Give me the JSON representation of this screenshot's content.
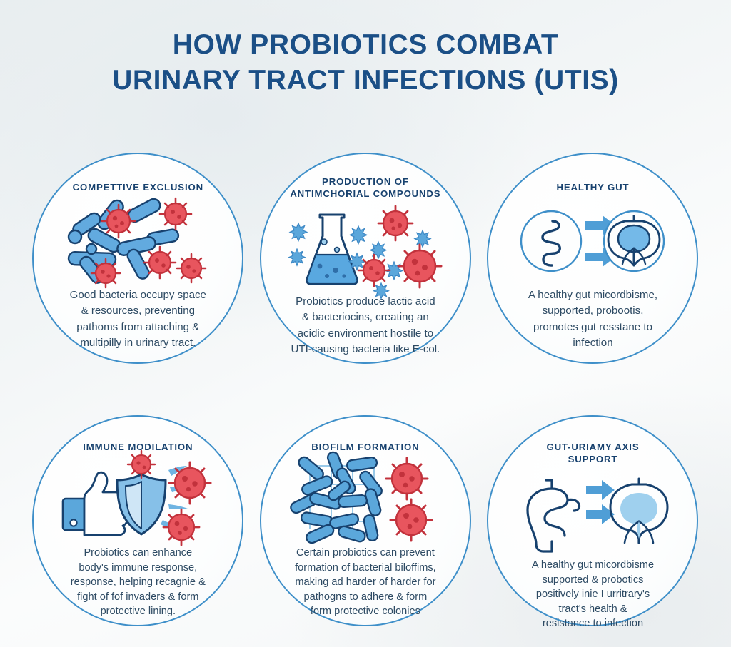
{
  "title": {
    "line1": "HOW PROBIOTICS COMBAT",
    "line2": "URINARY TRACT INFECTIONS (UTIS)"
  },
  "colors": {
    "title_blue": "#1b4f86",
    "circle_outline": "#3e8fc9",
    "heading_blue": "#17416e",
    "body_text": "#2d4a63",
    "bacteria_blue": "#5ba7db",
    "virus_red": "#e8555e",
    "background": "#f1f5f6"
  },
  "cards": [
    {
      "id": "competitive-exclusion",
      "heading": "COMPETTIVE EXCLUSION",
      "icon": "bacteria-and-virus-icon",
      "body_lines": [
        "Good bacteria occupy space",
        "& resources, preventing",
        "pathoms from attaching &",
        "multipilly in urinary tract."
      ]
    },
    {
      "id": "antimicrobial-compounds",
      "heading_line1": "PRODUCTION OF",
      "heading_line2": "ANTIMCHORIAL COMPOUNDS",
      "icon": "flask-icon",
      "body_lines": [
        "Probiotics produce lactic acid",
        "& bacteriocins, creating an",
        "acidic environment hostile to",
        "UTI-causing bacteria like E-col."
      ]
    },
    {
      "id": "healthy-gut",
      "heading": "HEALTHY GUT",
      "icon": "gut-to-bladder-arrows-icon",
      "body_lines": [
        "A healthy gut micordbisme,",
        "supported, probootis,",
        "promotes gut resstane to",
        "infection"
      ]
    },
    {
      "id": "immune-modulation",
      "heading": "IMMUNE MODILATION",
      "icon": "thumbs-up-shield-icon",
      "body_lines": [
        "Probiotics can enhance",
        "body's immune response,",
        "response, helping recagnie &",
        "fight of fof invaders & form",
        "protective lining."
      ]
    },
    {
      "id": "biofilm-formation",
      "heading": "BIOFILM FORMATION",
      "icon": "biofilm-grid-icon",
      "body_lines": [
        "Certain probiotics can prevent",
        "formation of bacterial biloffims,",
        "making ad harder of harder for",
        "pathogns to adhere & form",
        "form protective colonies"
      ]
    },
    {
      "id": "gut-urinary-axis-support",
      "heading_line1": "GUT-URIAMY AXIS",
      "heading_line2": "SUPPORT",
      "icon": "stomach-to-bladder-arrows-icon",
      "body_lines": [
        "A healthy gut micordbisme",
        "supported & probotics",
        "positively inie I urritrary's",
        "tract's health &",
        "resistance to infection"
      ]
    }
  ]
}
